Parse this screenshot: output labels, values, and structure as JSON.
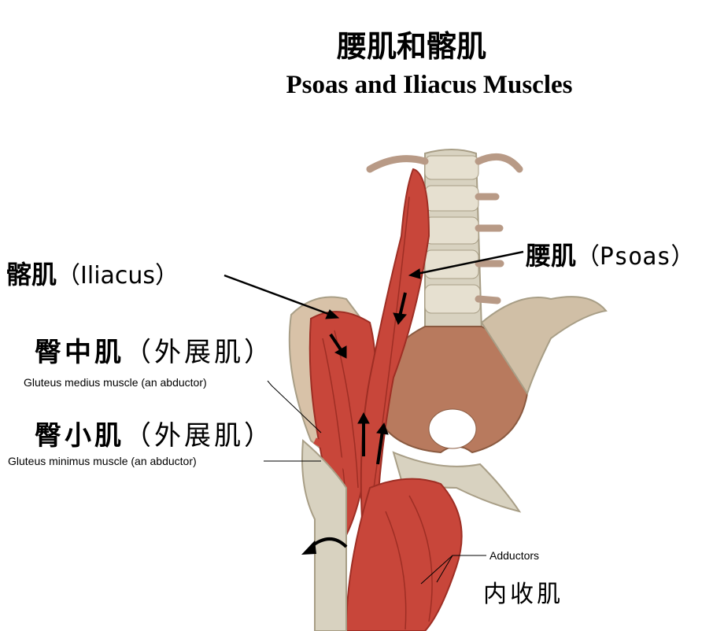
{
  "title": {
    "zh": "腰肌和髂肌",
    "en": "Psoas and Iliacus Muscles"
  },
  "labels": {
    "iliacus": {
      "zh": "髂肌",
      "en": "（Iliacus）"
    },
    "psoas": {
      "zh": "腰肌",
      "en": "（Psoas）"
    },
    "gluteus_medius": {
      "zh": "臀中肌",
      "paren": "（外展肌）",
      "en": "Gluteus medius muscle (an abductor)"
    },
    "gluteus_minimus": {
      "zh": "臀小肌",
      "paren": "（外展肌）",
      "en": "Gluteus minimus muscle (an abductor)"
    },
    "adductors": {
      "en": "Adductors",
      "zh": "内收肌"
    }
  },
  "colors": {
    "muscle": "#c8463a",
    "muscle_dark": "#9e2e24",
    "bone": "#d8d2c0",
    "bone_shadow": "#a89e86",
    "pelvis": "#b87a5e"
  }
}
